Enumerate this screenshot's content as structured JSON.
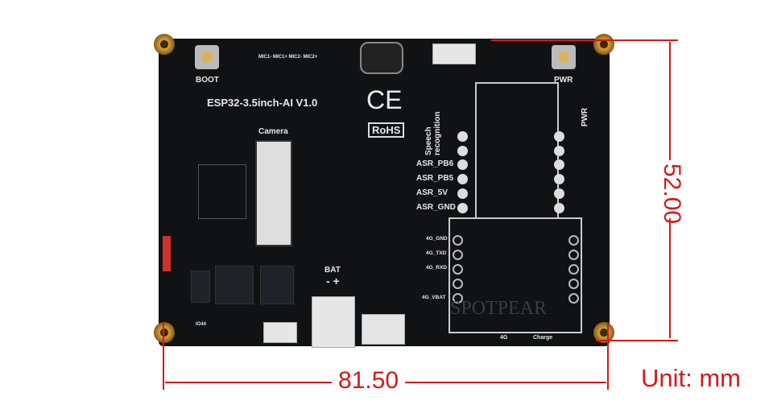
{
  "board": {
    "model": "ESP32-3.5inch-AI V1.0",
    "boot_label": "BOOT",
    "pwr_label": "PWR",
    "pwr_side_label": "PWR",
    "mic_labels": "MIC1- MIC1+ MIC2- MIC2+",
    "camera_label": "Camera",
    "ce_mark": "CE",
    "rohs_label": "RoHS",
    "speech_label_1": "Speech",
    "speech_label_2": "recognition",
    "asr_labels": [
      "ASR_PB6",
      "ASR_PB5",
      "ASR_5V",
      "ASR_GND"
    ],
    "g4_labels": [
      "4G_GND",
      "4G_TXD",
      "4G_RXD",
      "4G_VBAT"
    ],
    "bat_label": "BAT",
    "bat_polarity": "- +",
    "io_label": "IO44",
    "g4_bottom_label": "4G",
    "charge_label": "Charge",
    "watermark": "SPOTPEAR"
  },
  "dimensions": {
    "width": "81.50",
    "height": "52.00",
    "unit_label": "Unit: mm",
    "color": "#d41a1a"
  }
}
